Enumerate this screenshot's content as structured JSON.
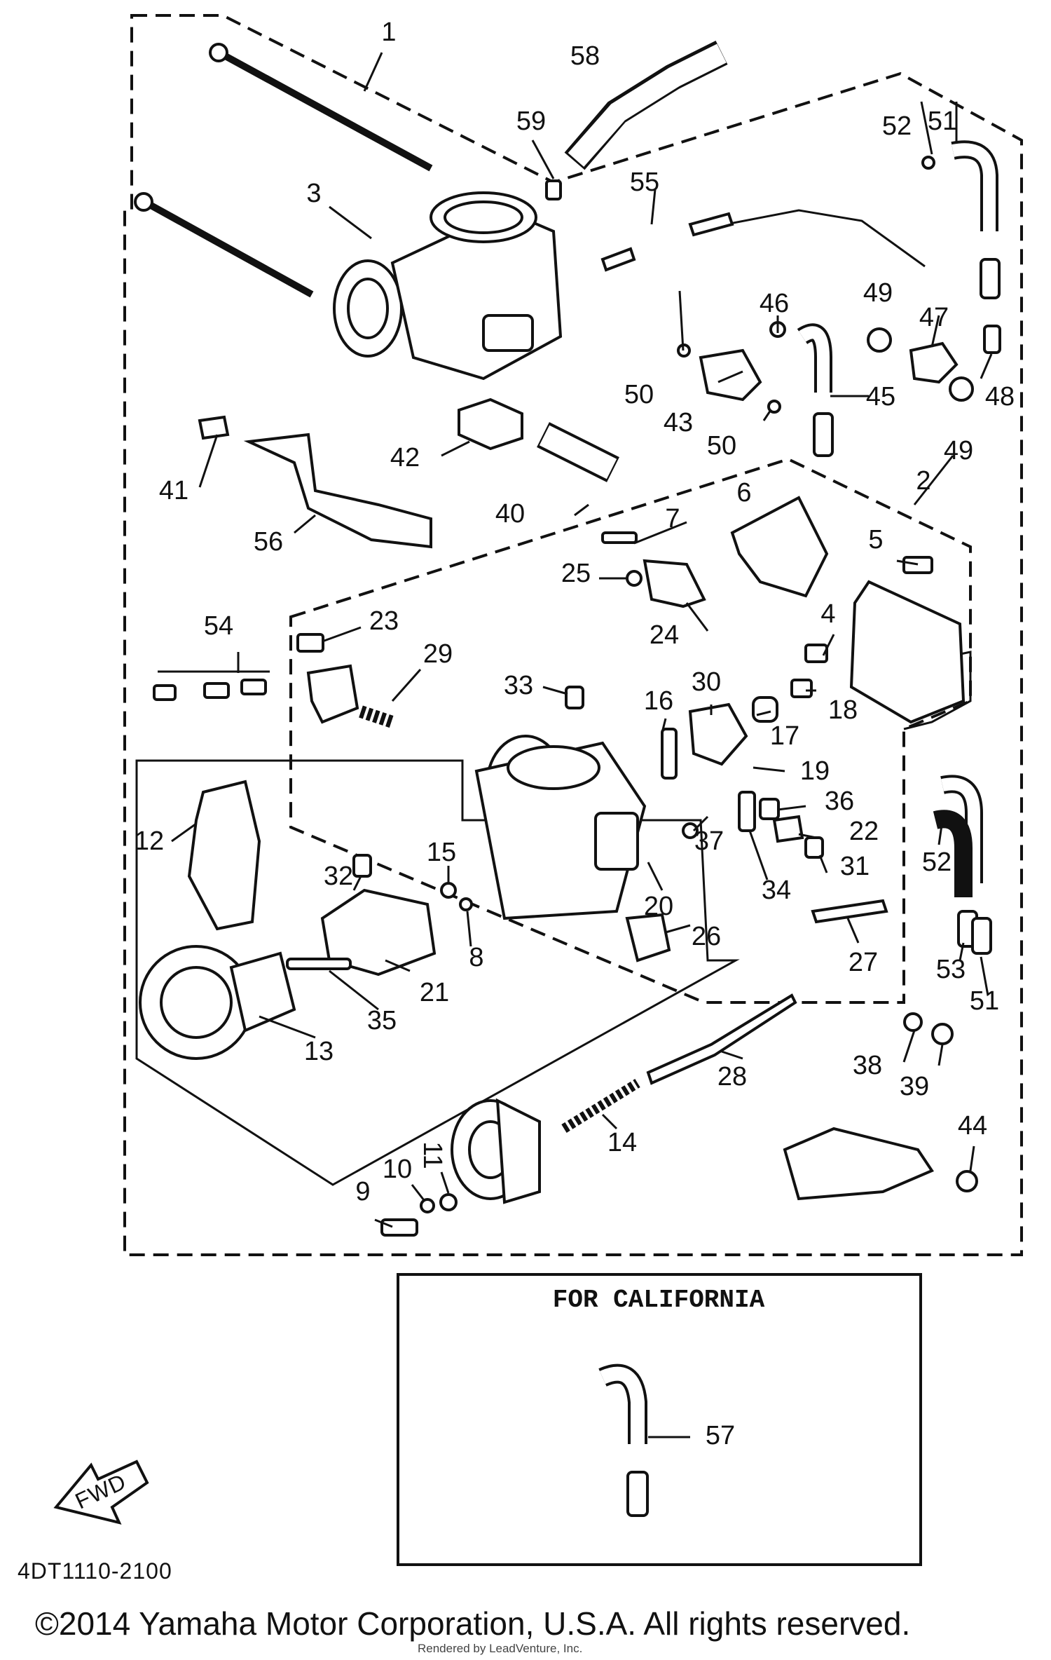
{
  "labels": {
    "p1": "1",
    "p2": "2",
    "p3": "3",
    "p4": "4",
    "p5": "5",
    "p6": "6",
    "p7": "7",
    "p8": "8",
    "p9": "9",
    "p10": "10",
    "p11": "11",
    "p12": "12",
    "p13": "13",
    "p14": "14",
    "p15": "15",
    "p16": "16",
    "p17": "17",
    "p18": "18",
    "p19": "19",
    "p20": "20",
    "p21": "21",
    "p22": "22",
    "p23": "23",
    "p24": "24",
    "p25": "25",
    "p26": "26",
    "p27": "27",
    "p28": "28",
    "p29": "29",
    "p30": "30",
    "p31": "31",
    "p32": "32",
    "p33": "33",
    "p34": "34",
    "p35": "35",
    "p36": "36",
    "p37": "37",
    "p38": "38",
    "p39": "39",
    "p40": "40",
    "p41": "41",
    "p42": "42",
    "p43": "43",
    "p44": "44",
    "p45": "45",
    "p46": "46",
    "p47": "47",
    "p48": "48",
    "p49a": "49",
    "p49b": "49",
    "p50a": "50",
    "p50b": "50",
    "p51a": "51",
    "p51b": "51",
    "p52a": "52",
    "p52b": "52",
    "p53": "53",
    "p54": "54",
    "p55": "55",
    "p56": "56",
    "p57": "57",
    "p58": "58",
    "p59": "59"
  },
  "california_title": "FOR CALIFORNIA",
  "fwd_label": "FWD",
  "diagram_code": "4DT1110-2100",
  "copyright": "©2014 Yamaha Motor Corporation, U.S.A. All rights reserved.",
  "rendered_by": "Rendered by LeadVenture, Inc."
}
